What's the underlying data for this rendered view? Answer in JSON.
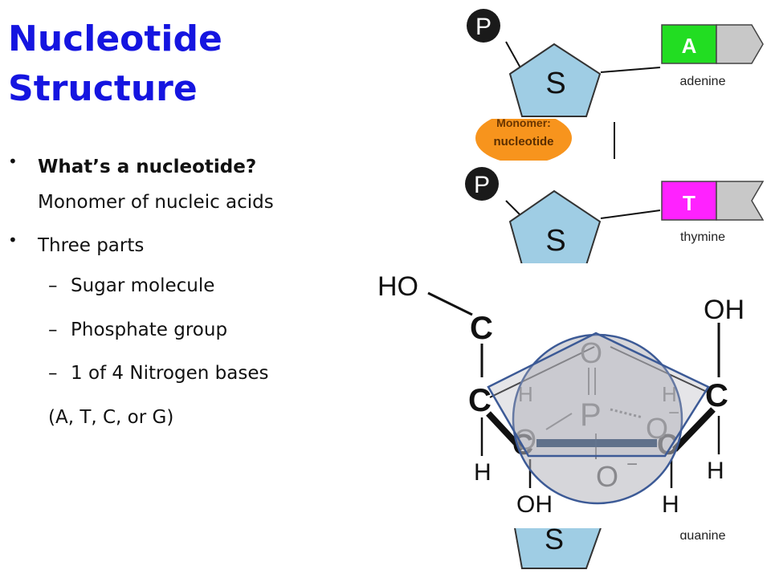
{
  "title": {
    "line1": "Nucleotide",
    "line2": "Structure"
  },
  "bullets": [
    {
      "lead": "What’s a nucleotide?",
      "line2": "Monomer of nucleic acids"
    },
    {
      "text": "Three parts"
    }
  ],
  "subitems": [
    {
      "marker": "–",
      "text": "Sugar molecule"
    },
    {
      "marker": "–",
      "text": "Phosphate group"
    },
    {
      "marker": "–",
      "text": "1 of 4 Nitrogen bases"
    }
  ],
  "subitem_continuation": "(A, T, C, or G)",
  "diagram": {
    "phosphate_label": "P",
    "sugar_label": "S",
    "base_a_letter": "A",
    "base_a_name": "adenine",
    "base_t_letter": "T",
    "base_t_name": "thymine",
    "bottom_name_partial": "guanine",
    "monomer_label_line1": "Monomer:",
    "monomer_label_line2": "nucleotide",
    "colors": {
      "phosphate": "#1a1a1a",
      "sugar": "#9fcde4",
      "adenine": "#22dd22",
      "thymine": "#ff22ff",
      "base_tail": "#c8c8c8",
      "monomer": "#f7941d",
      "overlay_fill": "#b4b4bc",
      "overlay_stroke": "#3c5a96"
    }
  },
  "structure": {
    "ho": "HO",
    "oh_top": "OH",
    "o_top": "O",
    "p": "P",
    "o_minus_left": "O",
    "o_minus_right": "O",
    "o_minus_bottom": "O",
    "minus": "−",
    "c_top": "C",
    "c_left": "C",
    "c_right": "C",
    "c_bot_left": "C",
    "c_bot_right": "C",
    "h": "H",
    "oh_bottom": "OH"
  }
}
